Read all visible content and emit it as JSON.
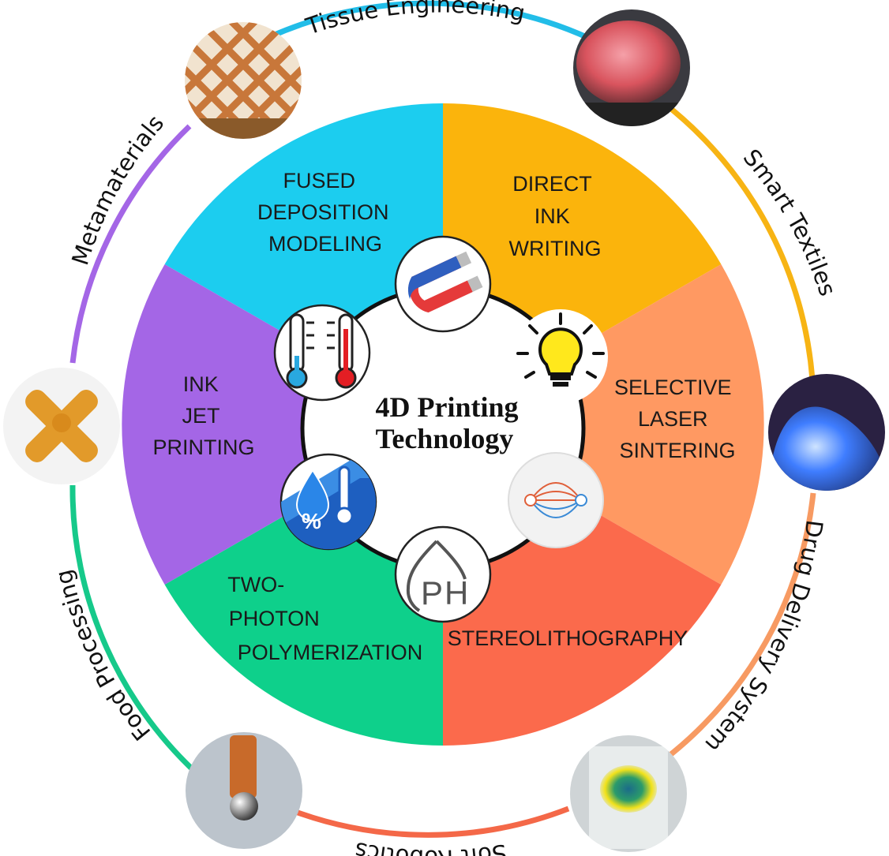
{
  "center": {
    "line1": "4D Printing",
    "line2": "Technology"
  },
  "segments": [
    {
      "lines": [
        "FUSED",
        "DEPOSITION",
        "MODELING"
      ],
      "color": "#1ccdef"
    },
    {
      "lines": [
        "DIRECT",
        "INK",
        "WRITING"
      ],
      "color": "#fbb40c"
    },
    {
      "lines": [
        "SELECTIVE",
        "LASER",
        "SINTERING"
      ],
      "color": "#ff9962"
    },
    {
      "lines": [
        "STEREOLITHOGRAPHY"
      ],
      "color": "#fb6a4c"
    },
    {
      "lines": [
        "TWO-",
        "PHOTON",
        "POLYMERIZATION"
      ],
      "color": "#0ed08b"
    },
    {
      "lines": [
        "INK",
        "JET",
        "PRINTING"
      ],
      "color": "#a466e6"
    }
  ],
  "stimuli": [
    {
      "icon": "magnet-icon"
    },
    {
      "icon": "light-bulb-icon"
    },
    {
      "icon": "electric-field-icon"
    },
    {
      "icon": "ph-icon"
    },
    {
      "icon": "humidity-icon"
    },
    {
      "icon": "thermometer-icon"
    }
  ],
  "applications": [
    {
      "label": "Tissue Engineering",
      "color": "#22bde8",
      "image": "tissue-scaffold-photo"
    },
    {
      "label": "Smart Textiles",
      "color": "#f7b414",
      "image": "heart-model-photo"
    },
    {
      "label": "Drug Delivery System",
      "color": "#f79a62",
      "image": "blue-hydrogel-photo"
    },
    {
      "label": "Soft Robotics",
      "color": "#f46848",
      "image": "soft-gripper-photo"
    },
    {
      "label": "Food Processing",
      "color": "#16c98a",
      "image": "printed-food-photo"
    },
    {
      "label": "Metamaterials",
      "color": "#a466e6",
      "image": "lattice-structure-photo"
    }
  ]
}
